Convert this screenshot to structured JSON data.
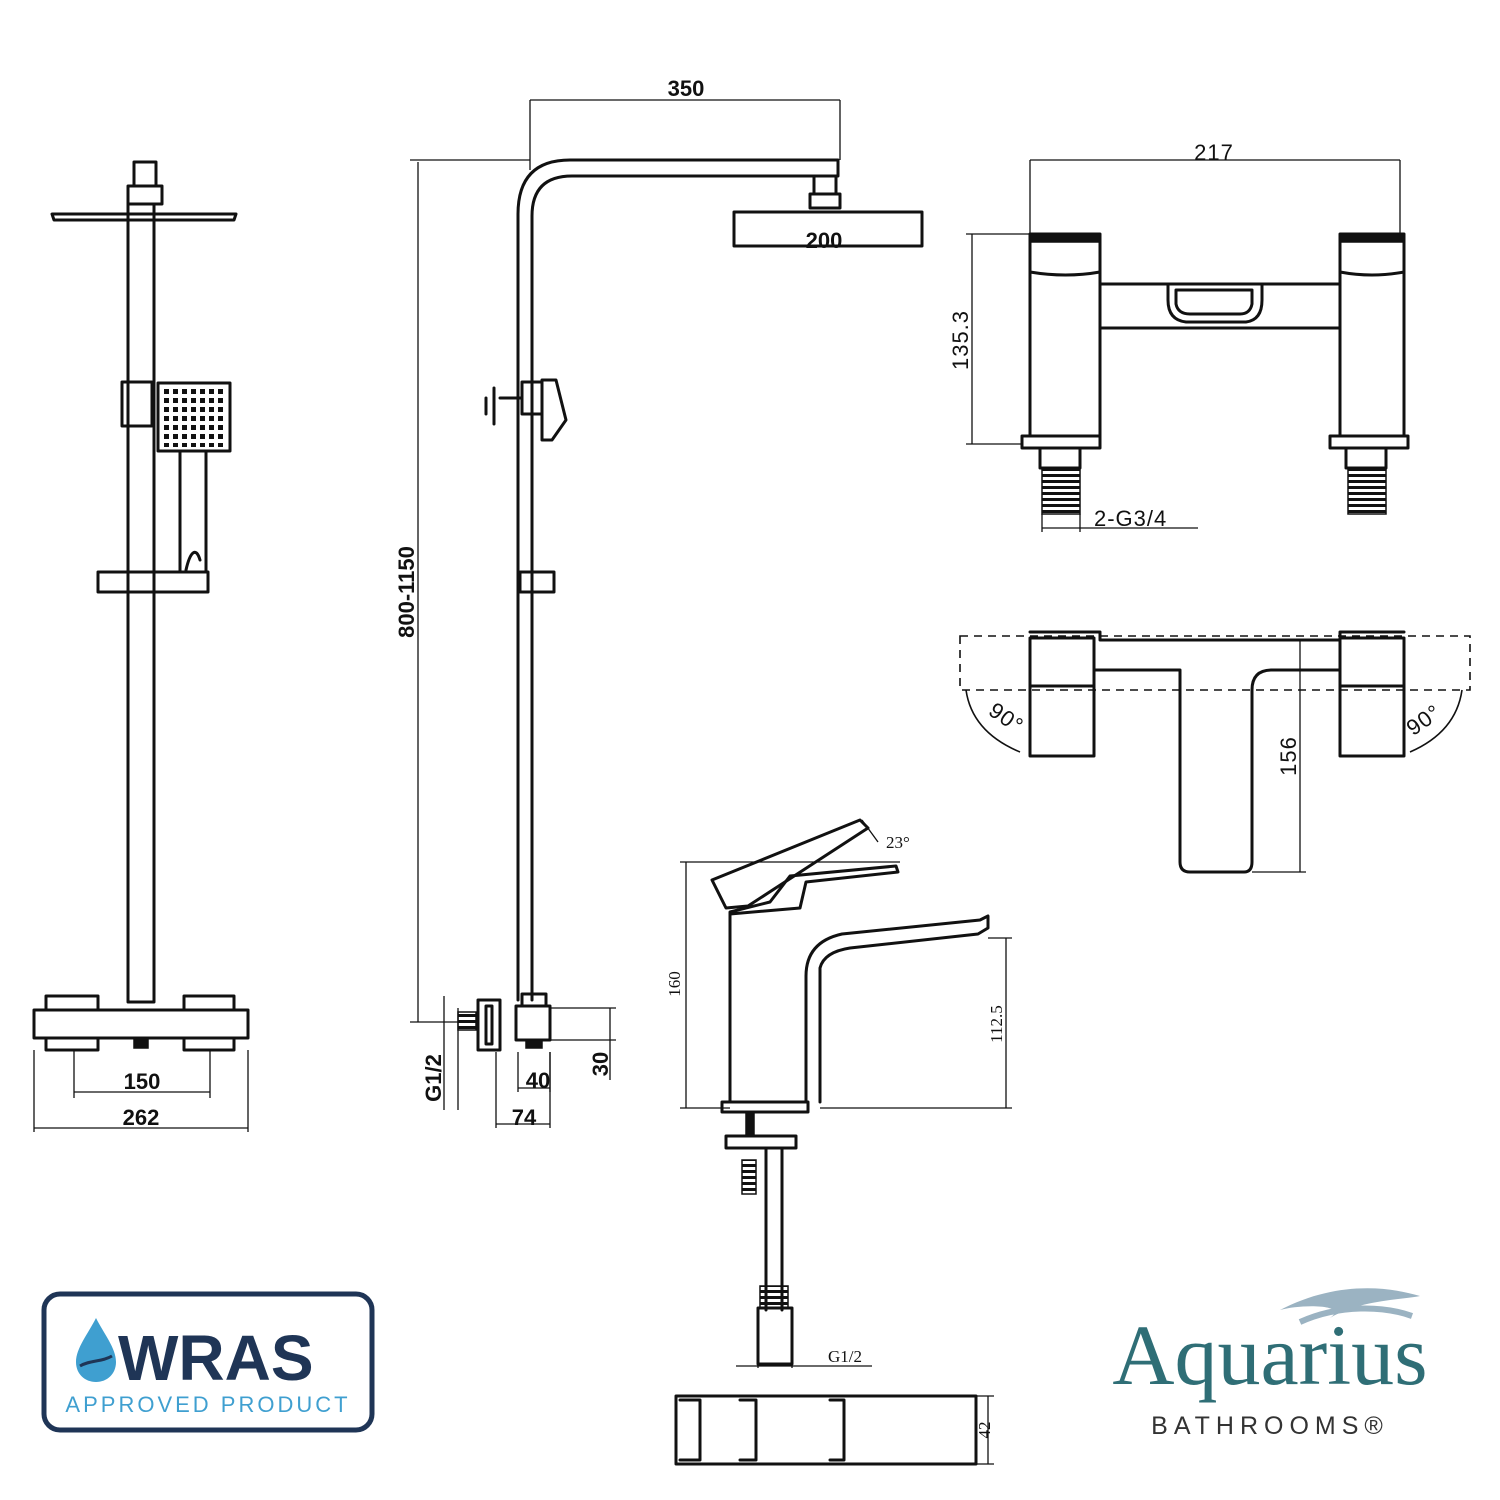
{
  "dimensions": {
    "arm_reach": "350",
    "head_diameter": "200",
    "riser_height": "800-1150",
    "inlet_thread_shower": "G1/2",
    "valve_centres": "150",
    "valve_width": "262",
    "outlet_offset": "40",
    "valve_depth": "74",
    "outlet_height": "30",
    "bath_filler_width": "217",
    "bath_filler_height": "135.3",
    "bath_filler_inlets": "2-G3/4",
    "handle_rotation_left": "90°",
    "handle_rotation_right": "90°",
    "spout_projection": "156",
    "lever_angle": "23°",
    "basin_mixer_height": "160",
    "spout_height": "112.5",
    "inlet_thread_basin": "G1/2",
    "lever_width": "42"
  },
  "wras_badge": {
    "title": "WRAS",
    "subtitle": "APPROVED PRODUCT",
    "accent": "#3f9fd0",
    "text_color": "#1f3556"
  },
  "brand": {
    "name": "Aquarius",
    "sub": "BATHROOMS®",
    "color": "#2f6e76",
    "wave_color": "#9bb3c2"
  }
}
